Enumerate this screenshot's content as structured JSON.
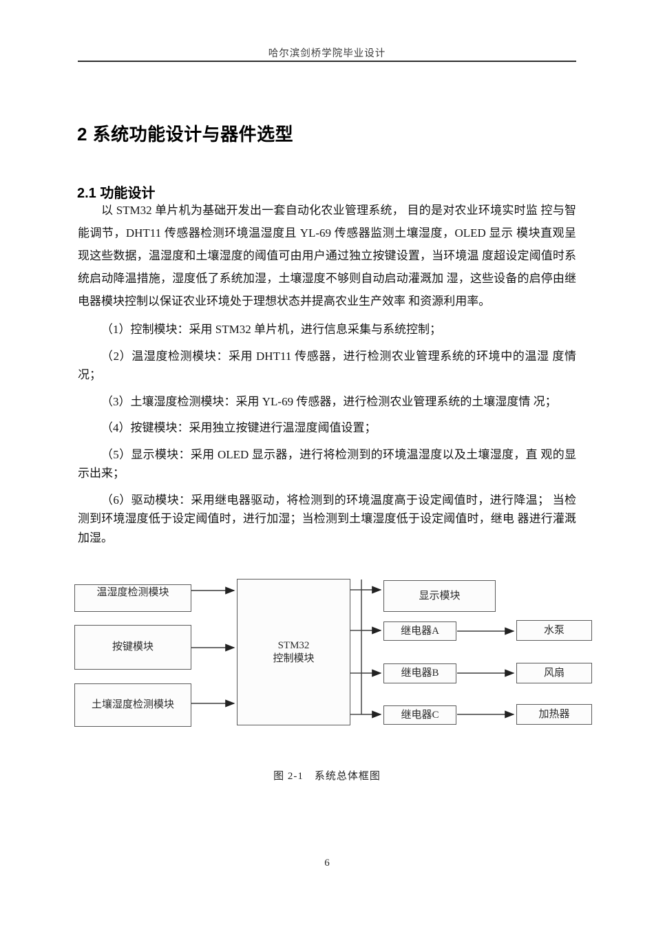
{
  "header": {
    "text": "哈尔滨剑桥学院毕业设计"
  },
  "chapter": {
    "title": "2  系统功能设计与器件选型"
  },
  "section": {
    "title": "2.1  功能设计"
  },
  "body": {
    "intro": "以 STM32 单片机为基础开发出一套自动化农业管理系统， 目的是对农业环境实时监 控与智能调节，DHT11 传感器检测环境温湿度且 YL-69 传感器监测土壤湿度，OLED 显示 模块直观呈现这些数据，温湿度和土壤湿度的阈值可由用户通过独立按键设置，当环境温 度超设定阈值时系统启动降温措施，湿度低了系统加湿，土壤湿度不够则自动启动灌溉加 湿，这些设备的启停由继电器模块控制以保证农业环境处于理想状态并提高农业生产效率 和资源利用率。",
    "items": [
      "（1）控制模块：采用 STM32 单片机，进行信息采集与系统控制；",
      "（2）温湿度检测模块：采用 DHT11 传感器，进行检测农业管理系统的环境中的温湿 度情况；",
      "（3）土壤湿度检测模块：采用 YL-69 传感器，进行检测农业管理系统的土壤湿度情 况；",
      "（4）按键模块：采用独立按键进行温湿度阈值设置；",
      "（5）显示模块：采用 OLED 显示器，进行将检测到的环境温湿度以及土壤湿度，直 观的显示出来；",
      "（6）驱动模块：采用继电器驱动，将检测到的环境温度高于设定阈值时，进行降温； 当检测到环境湿度低于设定阈值时，进行加湿；当检测到土壤湿度低于设定阈值时，继电 器进行灌溉加湿。"
    ]
  },
  "diagram": {
    "left_boxes": [
      "温湿度检测模块",
      "按键模块",
      "土壤湿度检测模块"
    ],
    "center_box": {
      "line1": "STM32",
      "line2": "控制模块"
    },
    "right_boxes": [
      "显示模块",
      "继电器A",
      "继电器B",
      "继电器C"
    ],
    "device_boxes": [
      "水泵",
      "风扇",
      "加热器"
    ],
    "line_color": "#3a3a3a"
  },
  "figure": {
    "caption": "图  2-1　系统总体框图"
  },
  "footer": {
    "page_number": "6"
  }
}
